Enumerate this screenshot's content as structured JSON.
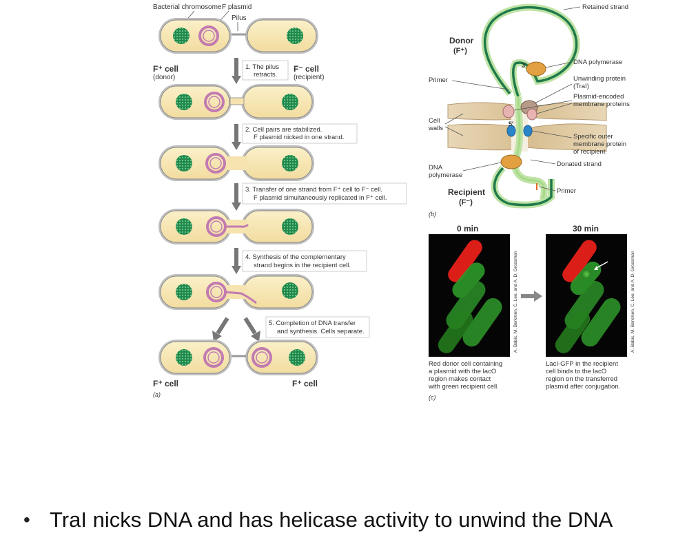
{
  "panel_a": {
    "label_chromosome": "Bacterial chromosome",
    "label_plasmid": "F plasmid",
    "label_pilus": "Pilus",
    "donor_title": "F⁺ cell",
    "donor_sub": "(donor)",
    "recipient_title": "F⁻ cell",
    "recipient_sub": "(recipient)",
    "step1": [
      "1. The pilus",
      "retracts."
    ],
    "step2": [
      "2. Cell pairs are stabilized.",
      "F plasmid nicked in one strand."
    ],
    "step3": [
      "3. Transfer of one strand from F⁺ cell to F⁻ cell.",
      "F plasmid simultaneously replicated in F⁺ cell."
    ],
    "step4": [
      "4. Synthesis of the complementary",
      "strand begins in the recipient cell."
    ],
    "step5": [
      "5. Completion of DNA transfer",
      "and synthesis. Cells separate."
    ],
    "final_left": "F⁺ cell",
    "final_right": "F⁺ cell",
    "panel_letter": "(a)"
  },
  "panel_b": {
    "donor": "Donor",
    "donor_sub": "(F⁺)",
    "recipient": "Recipient",
    "recipient_sub": "(F⁻)",
    "retained_strand": "Retained strand",
    "three_prime": "3′",
    "five_prime": "5′",
    "dna_polymerase_top": "DNA polymerase",
    "primer_left": "Primer",
    "unwinding": [
      "Unwinding protein",
      "(TraI)"
    ],
    "plasmid_membrane": [
      "Plasmid-encoded",
      "membrane proteins"
    ],
    "cell_walls": [
      "Cell",
      "walls"
    ],
    "specific_outer": [
      "Specific outer",
      "membrane protein",
      "of recipient"
    ],
    "dna_polymerase_bottom": [
      "DNA",
      "polymerase"
    ],
    "donated_strand": "Donated strand",
    "primer_right": "Primer",
    "panel_letter": "(b)"
  },
  "panel_c": {
    "time_left": "0 min",
    "time_right": "30 min",
    "credit": "A. Babic, M. Berkmen, C. Lee, and A. D. Grossman",
    "caption_left": [
      "Red donor cell containing",
      "a plasmid with the lacO",
      "region makes contact",
      "with green recipient cell."
    ],
    "caption_right": [
      "LacI-GFP in the recipient",
      "cell binds to the lacO",
      "region on the transferred",
      "plasmid after conjugation."
    ],
    "panel_letter": "(c)"
  },
  "bullet": {
    "symbol": "•",
    "text": "TraI nicks DNA and has helicase activity to unwind the DNA"
  }
}
